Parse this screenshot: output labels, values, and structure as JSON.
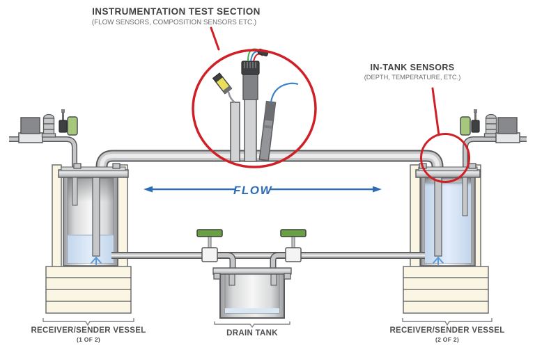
{
  "labels": {
    "instrumentation": {
      "title": "INSTRUMENTATION TEST SECTION",
      "subtitle": "(FLOW SENSORS, COMPOSITION SENSORS ETC.)"
    },
    "in_tank": {
      "title": "IN-TANK SENSORS",
      "subtitle": "(DEPTH, TEMPERATURE, ETC.)"
    },
    "flow": "FLOW",
    "vessel_left": {
      "title": "RECEIVER/SENDER VESSEL",
      "subtitle": "(1 OF 2)"
    },
    "drain_tank": {
      "title": "DRAIN TANK"
    },
    "vessel_right": {
      "title": "RECEIVER/SENDER VESSEL",
      "subtitle": "(2 OF 2)"
    }
  },
  "colors": {
    "annotation_red": "#cf2027",
    "flow_blue": "#2e6db4",
    "pipe_gray": "#c6c7c9",
    "pipe_outline": "#58595b",
    "pipe_highlight": "#ebebec",
    "vessel_cream": "#faf6e3",
    "liquid_blue": "#d9e6f4",
    "valve_green": "#69a042",
    "sensor_green": "#a6c87d",
    "connector_yellow": "#e9df5a",
    "wire_blue": "#3b82c4",
    "wire_green": "#3fae49",
    "wire_red": "#d02027",
    "dark_fitting": "#3f4042",
    "motor_gray": "#87898c",
    "spray_blue": "#5b9bd5",
    "text_dark": "#414042",
    "text_gray": "#6d6e71"
  }
}
